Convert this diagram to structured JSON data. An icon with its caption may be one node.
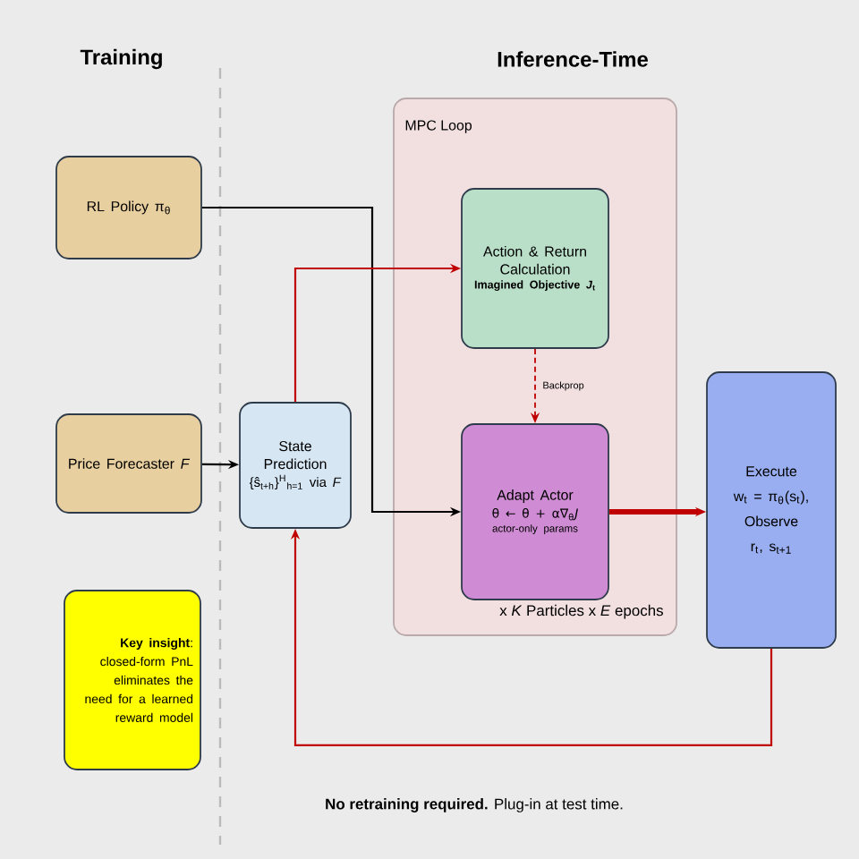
{
  "diagram": {
    "nodes": [
      {
        "text": [
          "RL Policy π$_{θ}$"
        ]
      },
      {
        "text": [
          "Price Forecaster *F*"
        ]
      },
      {
        "text": [
          "State Prediction",
          "{ŝ$_{t+h}$}$^{H}$$_{h=1}$ via *F*"
        ]
      },
      {
        "text": [
          "MPC Loop",
          "x *K* Particles x *E* epochs"
        ]
      },
      {
        "text": [
          "Action & Return Calculation",
          "Imagined Objective *J*$_{t}$"
        ],
        "in": 3
      },
      {
        "text": [
          "Adapt Actor",
          "θ ← θ + α∇$_{θ}$*J*",
          "actor-only params"
        ],
        "in": 3
      },
      {
        "text": [
          "Execute",
          "w$_{t}$ = π$_{θ}$(s$_{t}$),",
          "Observe",
          "r$_{t}$, s$_{t+1}$"
        ]
      },
      {
        "text": [
          "**Key insight**: closed-form PnL eliminates the need for a learned reward model"
        ]
      }
    ],
    "edges": [
      {
        "from": 0,
        "to": 5,
        "arrow": "to",
        "color": "#000000"
      },
      {
        "from": 1,
        "to": 2,
        "arrow": "to",
        "color": "#000000"
      },
      {
        "from": 2,
        "to": 4,
        "arrow": "to"
      },
      {
        "from": 4,
        "to": 5,
        "arrow": "to",
        "label": "Backprop",
        "style": "dashed"
      },
      {
        "from": 5,
        "to": 6,
        "arrow": "to",
        "style": "thick"
      },
      {
        "from": 6,
        "to": 2,
        "arrow": "to"
      }
    ],
    "labels": [
      "Training",
      "Inference-Time",
      "**No retraining required.** Plug-in at test time."
    ]
  }
}
